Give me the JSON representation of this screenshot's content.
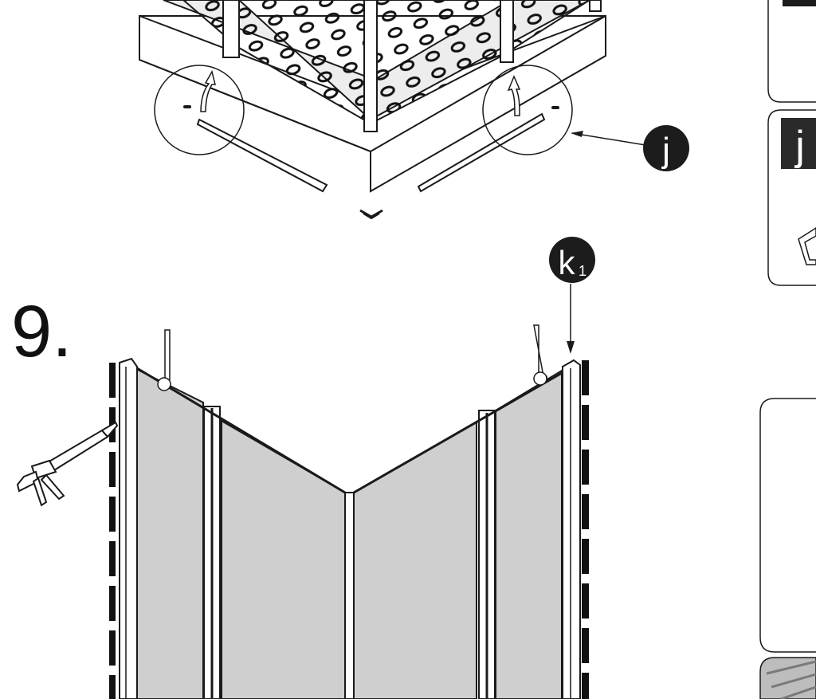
{
  "step": {
    "number": "9."
  },
  "callouts": [
    {
      "id": "j",
      "label": "j"
    },
    {
      "id": "k",
      "label": "k",
      "subscript": "1"
    }
  ],
  "insets": [
    {
      "id": "inset-top-right",
      "label": ""
    },
    {
      "id": "inset-j",
      "label": "j"
    },
    {
      "id": "inset-large",
      "label": ""
    }
  ],
  "colors": {
    "line": "#1a1a1a",
    "glass": "#cfcfcf",
    "callout": "#1c1c1c",
    "background": "#ffffff"
  },
  "icons": [
    "silicone-gun-icon",
    "arrow-up-icon",
    "magnifier-circle-icon"
  ]
}
